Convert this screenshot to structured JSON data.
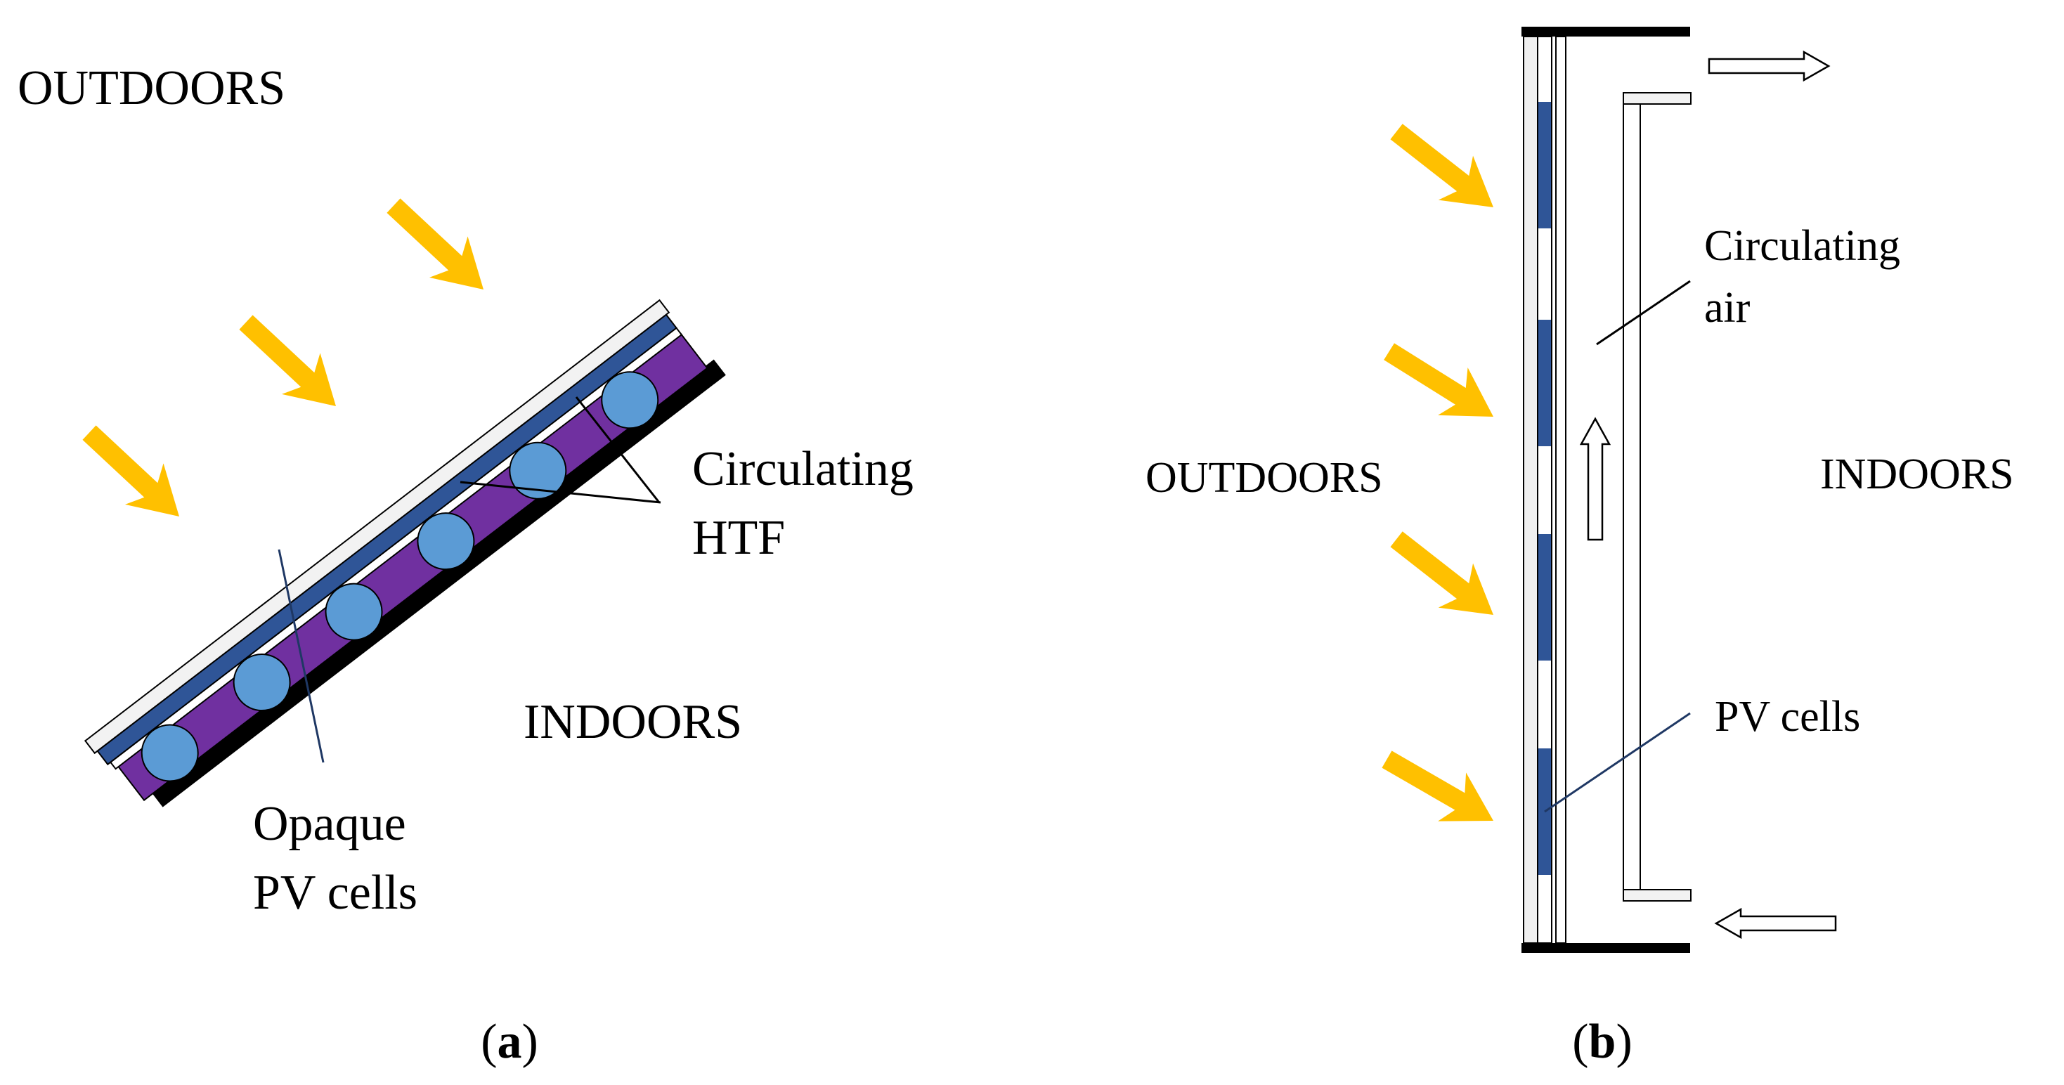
{
  "panel_a": {
    "outdoors_label": "OUTDOORS",
    "indoors_label": "INDOORS",
    "htf_label_line1": "Circulating",
    "htf_label_line2": "HTF",
    "pv_label_line1": "Opaque",
    "pv_label_line2": "PV cells",
    "caption_open": "(",
    "caption_letter": "a",
    "caption_close": ")"
  },
  "panel_b": {
    "outdoors_label": "OUTDOORS",
    "indoors_label": "INDOORS",
    "air_label_line1": "Circulating",
    "air_label_line2": "air",
    "pv_label": "PV cells",
    "caption_open": "(",
    "caption_letter": "b",
    "caption_close": ")"
  },
  "colors": {
    "sun_arrow": "#FFC000",
    "pv_cell": "#2F5597",
    "absorber": "#7030A0",
    "htf_tube": "#5B9BD5",
    "frame": "#000000",
    "glass": "#F2F2F2"
  },
  "icons": {
    "sun_ray": "sun-ray-arrow-icon",
    "air_flow": "air-flow-arrow-icon"
  }
}
